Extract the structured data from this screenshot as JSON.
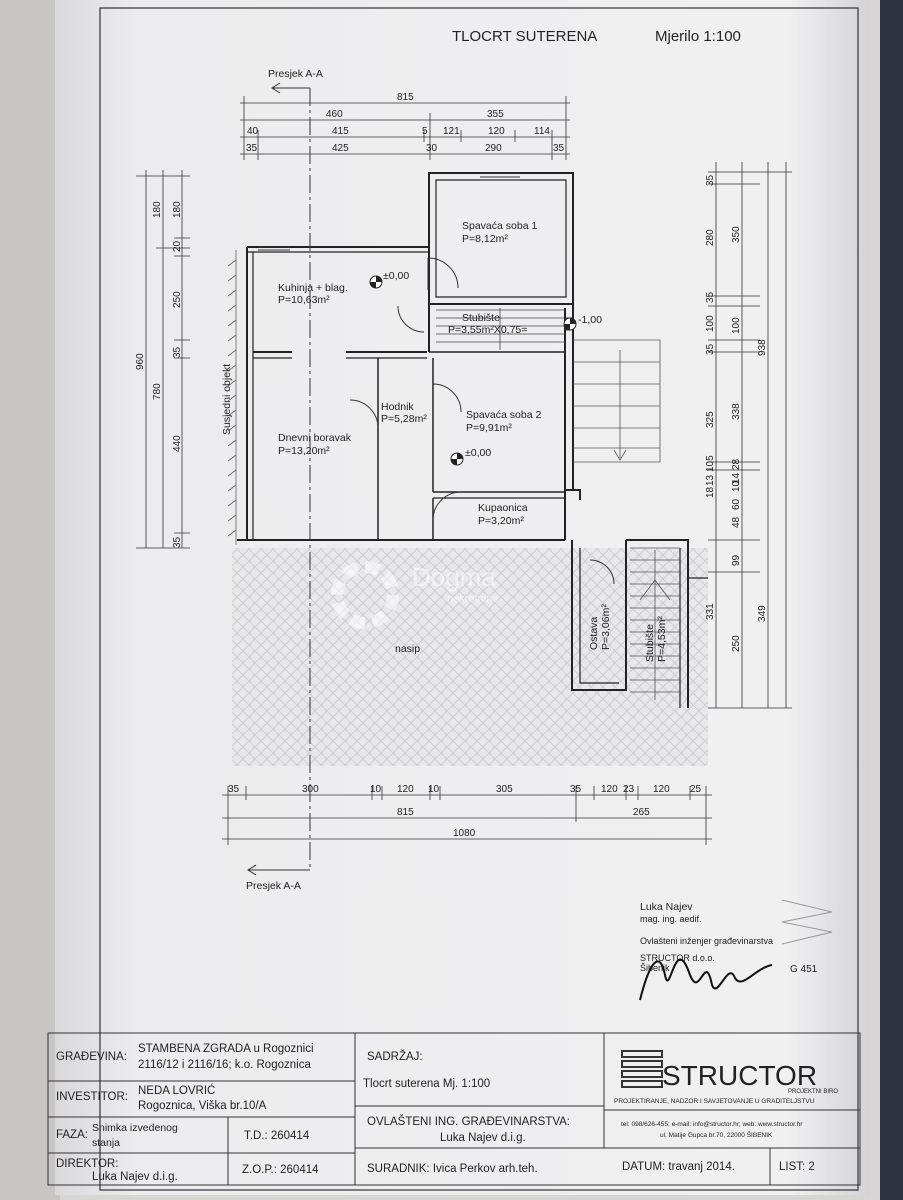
{
  "header": {
    "title": "TLOCRT SUTERENA",
    "scale": "Mjerilo 1:100"
  },
  "section_marks": {
    "top": "Presjek A-A",
    "bottom": "Presjek A-A"
  },
  "dims_top": {
    "row1": [
      "815"
    ],
    "row2": [
      "460",
      "355"
    ],
    "row3": [
      "40",
      "415",
      "5",
      "121",
      "120",
      "114"
    ],
    "row4": [
      "35",
      "425",
      "30",
      "290",
      "35"
    ]
  },
  "dims_bottom": {
    "row1": [
      "35",
      "300",
      "10",
      "120",
      "10",
      "305",
      "35",
      "120",
      "23",
      "120",
      "25"
    ],
    "row2": [
      "815",
      "265"
    ],
    "row3": [
      "1080"
    ]
  },
  "dims_left": {
    "outer": [
      "960"
    ],
    "middle": [
      "780"
    ],
    "inner": [
      "180",
      "180",
      "20",
      "250",
      "35",
      "440",
      "35"
    ]
  },
  "dims_right": {
    "outer": [
      "938",
      "349"
    ],
    "middle": [
      "350",
      "100",
      "338",
      "331"
    ],
    "inner": [
      "35",
      "280",
      "35",
      "100",
      "35",
      "325",
      "18",
      "13",
      "105",
      "10",
      "48",
      "60",
      "14",
      "28",
      "99",
      "250"
    ]
  },
  "rooms": [
    {
      "name": "Spavaća soba 1",
      "area": "P=8,12m²"
    },
    {
      "name": "Kuhinja + blag.",
      "area": "P=10,63m²"
    },
    {
      "name": "Stubište",
      "area": "P=3,55m²X0,75="
    },
    {
      "name": "Hodnik",
      "area": "P=5,28m²"
    },
    {
      "name": "Spavaća soba 2",
      "area": "P=9,91m²"
    },
    {
      "name": "Dnevni boravak",
      "area": "P=13,20m²"
    },
    {
      "name": "Kupaonica",
      "area": "P=3,20m²"
    },
    {
      "name": "Ostava",
      "area": "P=3,06m²"
    },
    {
      "name": "Stubište",
      "area": "P=4,53m²"
    }
  ],
  "levels": [
    "±0,00",
    "-1,00",
    "±0,00"
  ],
  "labels": {
    "neighbor": "Susjedni objekt",
    "fill": "nasip"
  },
  "watermark": {
    "name": "Dogma",
    "sub": "nekretnine"
  },
  "signature": {
    "name": "Luka Najev",
    "title": "mag. ing. aedif.",
    "role": "Ovlašteni inženjer građevinarstva",
    "firm": "STRUCTOR d.o.o.",
    "city": "Šibenik",
    "stamp_no": "G 451"
  },
  "title_block": {
    "gradevina_label": "GRAĐEVINA:",
    "gradevina_value1": "STAMBENA ZGRADA u Rogoznici",
    "gradevina_value2": "2116/12 i 2116/16; k.o. Rogoznica",
    "investitor_label": "INVESTITOR:",
    "investitor_value1": "NEDA LOVRIĆ",
    "investitor_value2": "Rogoznica, Viška br.10/A",
    "faza_label": "FAZA:",
    "faza_value1": "Snimka izvedenog",
    "faza_value2": "stanja",
    "td": "T.D.: 260414",
    "direktor_label": "DIREKTOR:",
    "direktor_value": "Luka Najev d.i.g.",
    "zop": "Z.O.P.: 260414",
    "sadrzaj_label": "SADRŽAJ:",
    "sadrzaj_value": "Tlocrt suterena Mj. 1:100",
    "ovlasteni_label": "OVLAŠTENI ING. GRAĐEVINARSTVA:",
    "ovlasteni_value": "Luka Najev d.i.g.",
    "suradnik": "SURADNIK: Ivica Perkov arh.teh.",
    "logo": "STRUCTOR",
    "logo_sub": "PROJEKTNI BIRO",
    "services": "PROJEKTIRANJE, NADZOR I SAVJETOVANJE U GRADITELJSTVU",
    "contact1": "tel: 098/626-455; e-mail: info@structor.hr; web: www.structor.hr",
    "contact2": "ul. Matije Gupca br.70, 22000 ŠIBENIK",
    "datum": "DATUM: travanj 2014.",
    "list": "LIST: 2"
  }
}
